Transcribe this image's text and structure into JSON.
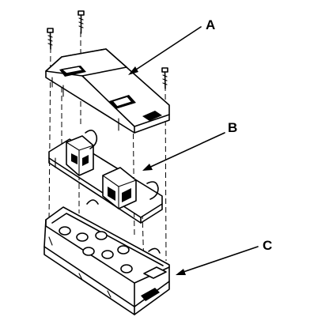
{
  "labels": {
    "a": "A",
    "b": "B",
    "c": "C"
  },
  "parts": [
    {
      "id": "A",
      "description_shown": false
    },
    {
      "id": "B",
      "description_shown": false
    },
    {
      "id": "C",
      "description_shown": false
    }
  ],
  "colors": {
    "line": "#000000",
    "background": "#ffffff"
  }
}
